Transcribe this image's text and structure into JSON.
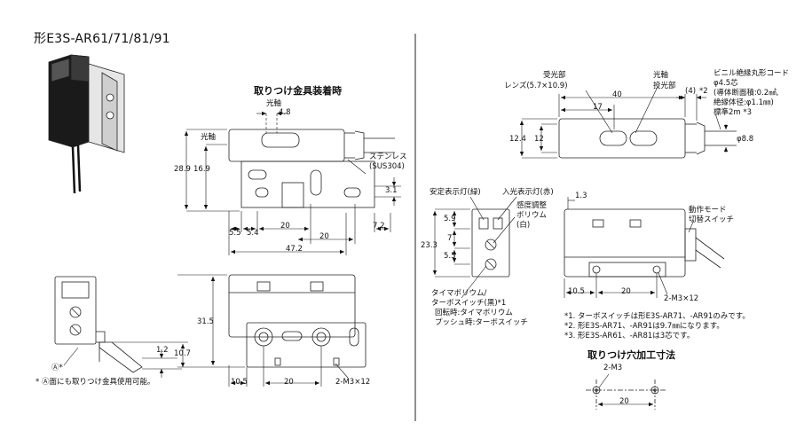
{
  "title": "形E3S-AR61/71/81/91",
  "left": {
    "mount_heading": "取りつけ金具装着時",
    "optical_axis": "光軸",
    "optical_axis2": "光軸",
    "stainless_1": "ステンレス",
    "stainless_2": "(SUS304)",
    "dims": {
      "d_4_8": "4.8",
      "d_28_9": "28.9",
      "d_16_9": "16.9",
      "d_3_1": "3.1",
      "d_5_5": "5.5",
      "d_5_4": "5.4",
      "d_20a": "20",
      "d_20b": "20",
      "d_7_2": "7.2",
      "d_47_2": "47.2",
      "d_31_5": "31.5",
      "d_1_2": "1.2",
      "d_10_7": "10.7",
      "d_10_5": "10.5",
      "d_20c": "20",
      "d_2m3": "2-M3×12"
    },
    "a_mark": "Ⓐ*",
    "a_note": "* Ⓐ面にも取りつけ金具使用可能。"
  },
  "right": {
    "light_receiver": "受光部",
    "lens": "レンズ(5.7×10.9)",
    "optical_axis": "光軸",
    "emitter": "投光部",
    "cable_1": "ビニル絶縁丸形コード",
    "cable_2": "φ4.5芯",
    "cable_3": "(導体断面積:0.2㎟,",
    "cable_4": "絶縁体径:φ1.1㎜)",
    "cable_5": "標準2m *3",
    "dims": {
      "d_40": "40",
      "d_17": "17",
      "d_4": "(4)",
      "d_star2": "*2",
      "d_12_4": "12.4",
      "d_12": "12",
      "d_phi8_8": "φ8.8",
      "d_1_3": "1.3",
      "d_5_9": "5.9",
      "d_7": "7",
      "d_23_3": "23.3",
      "d_5_5": "5.5",
      "d_10_5": "10.5",
      "d_20": "20",
      "d_2m3": "2-M3×12",
      "d_2m3_hole": "2-M3",
      "d_20_hole": "20"
    },
    "stable_lamp": "安定表示灯(緑)",
    "input_lamp": "入光表示灯(赤)",
    "sens_1": "感度調整",
    "sens_2": "ボリウム",
    "sens_3": "(白)",
    "mode_1": "動作モード",
    "mode_2": "切替スイッチ",
    "timer_1": "タイマボリウム/",
    "timer_2": "ターボスイッチ(黒)*1",
    "timer_3": "回転時:タイマボリウム",
    "timer_4": "プッシュ時:ターボスイッチ",
    "note_1": "*1. ターボスイッチは形E3S-AR71、-AR91のみです。",
    "note_2": "*2. 形E3S-AR71、-AR91は9.7㎜になります。",
    "note_3": "*3. 形E3S-AR61、-AR81は3芯です。",
    "hole_heading": "取りつけ穴加工寸法"
  }
}
